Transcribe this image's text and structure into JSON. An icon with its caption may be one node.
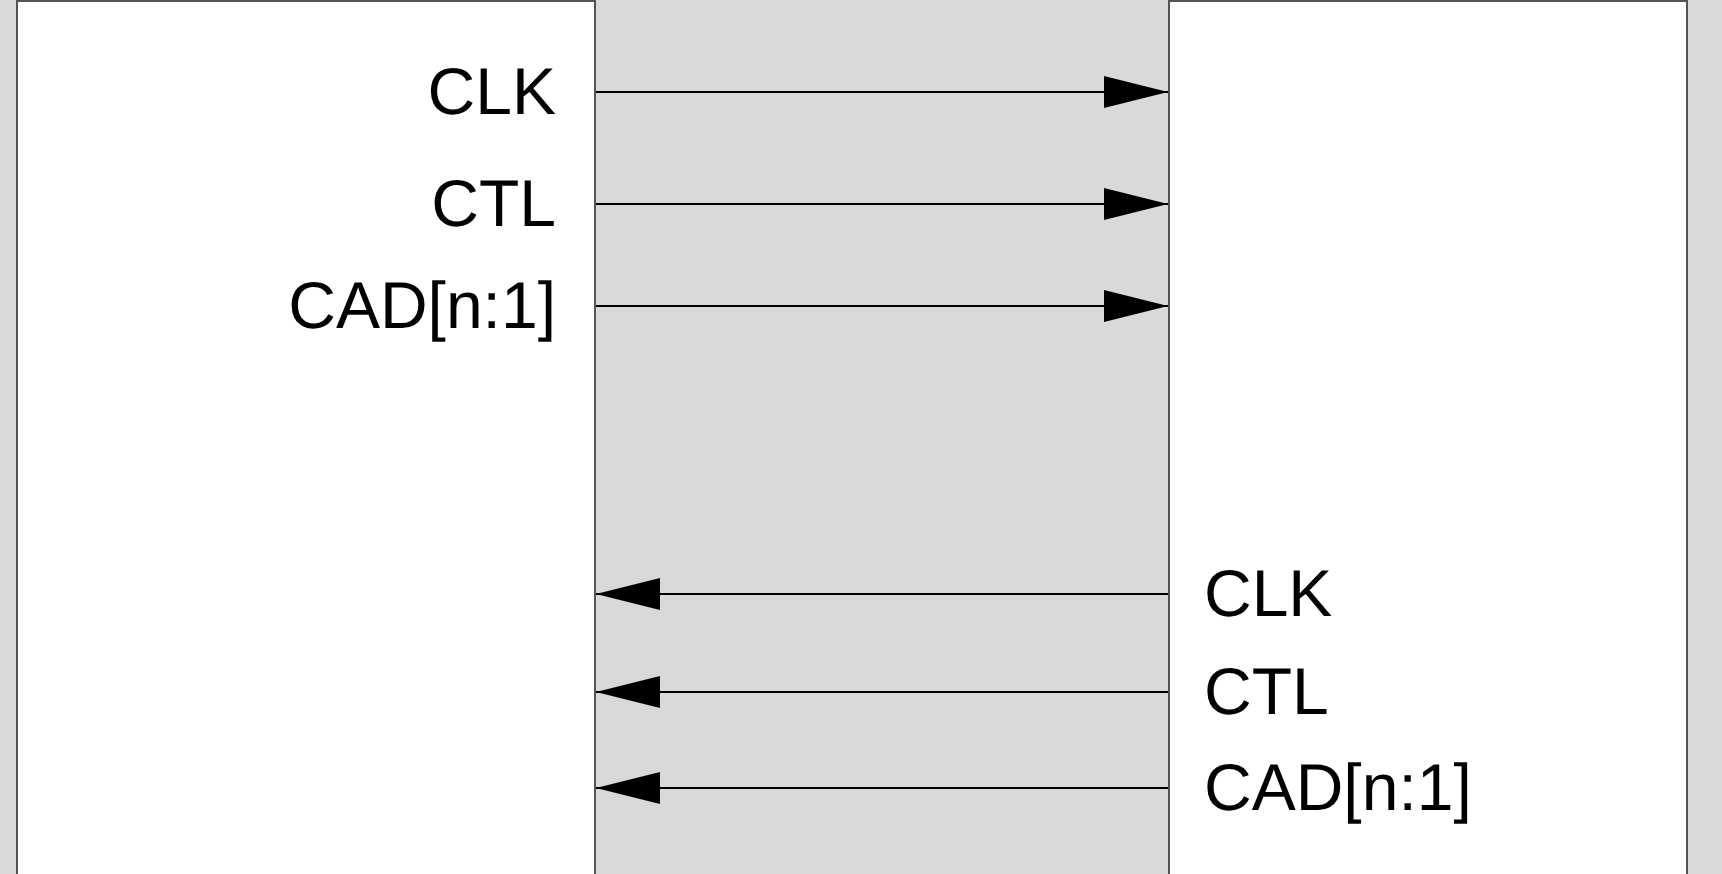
{
  "diagram": {
    "nodes": [
      {
        "text": [],
        "shape": "box"
      },
      {
        "text": [],
        "shape": "box"
      },
      {
        "text": [
          "CLK"
        ],
        "in": 0
      },
      {
        "text": [
          "CTL"
        ],
        "in": 0
      },
      {
        "text": [
          "CAD[n:1]"
        ],
        "in": 0
      },
      {
        "text": [
          "CLK"
        ],
        "in": 1
      },
      {
        "text": [
          "CTL"
        ],
        "in": 1
      },
      {
        "text": [
          "CAD[n:1]"
        ],
        "in": 1
      }
    ],
    "edges": [
      {
        "from": 2,
        "to": 1,
        "arrow": "to"
      },
      {
        "from": 3,
        "to": 1,
        "arrow": "to"
      },
      {
        "from": 4,
        "to": 1,
        "arrow": "to"
      },
      {
        "from": 5,
        "to": 0,
        "arrow": "to"
      },
      {
        "from": 6,
        "to": 0,
        "arrow": "to"
      },
      {
        "from": 7,
        "to": 0,
        "arrow": "to"
      }
    ]
  }
}
